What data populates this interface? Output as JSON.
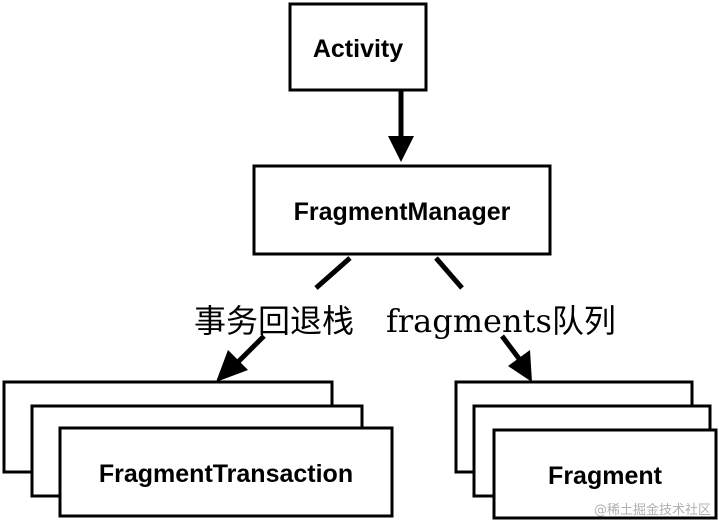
{
  "nodes": {
    "activity": "Activity",
    "fragment_manager": "FragmentManager",
    "fragment_transaction": "FragmentTransaction",
    "fragment": "Fragment"
  },
  "edges": {
    "back_stack_label": "事务回退栈",
    "fragments_queue_label": "fragments队列"
  },
  "watermark": "@稀土掘金技术社区",
  "colors": {
    "stroke": "#000000",
    "background": "#ffffff",
    "watermark": "#b0b0b0"
  }
}
